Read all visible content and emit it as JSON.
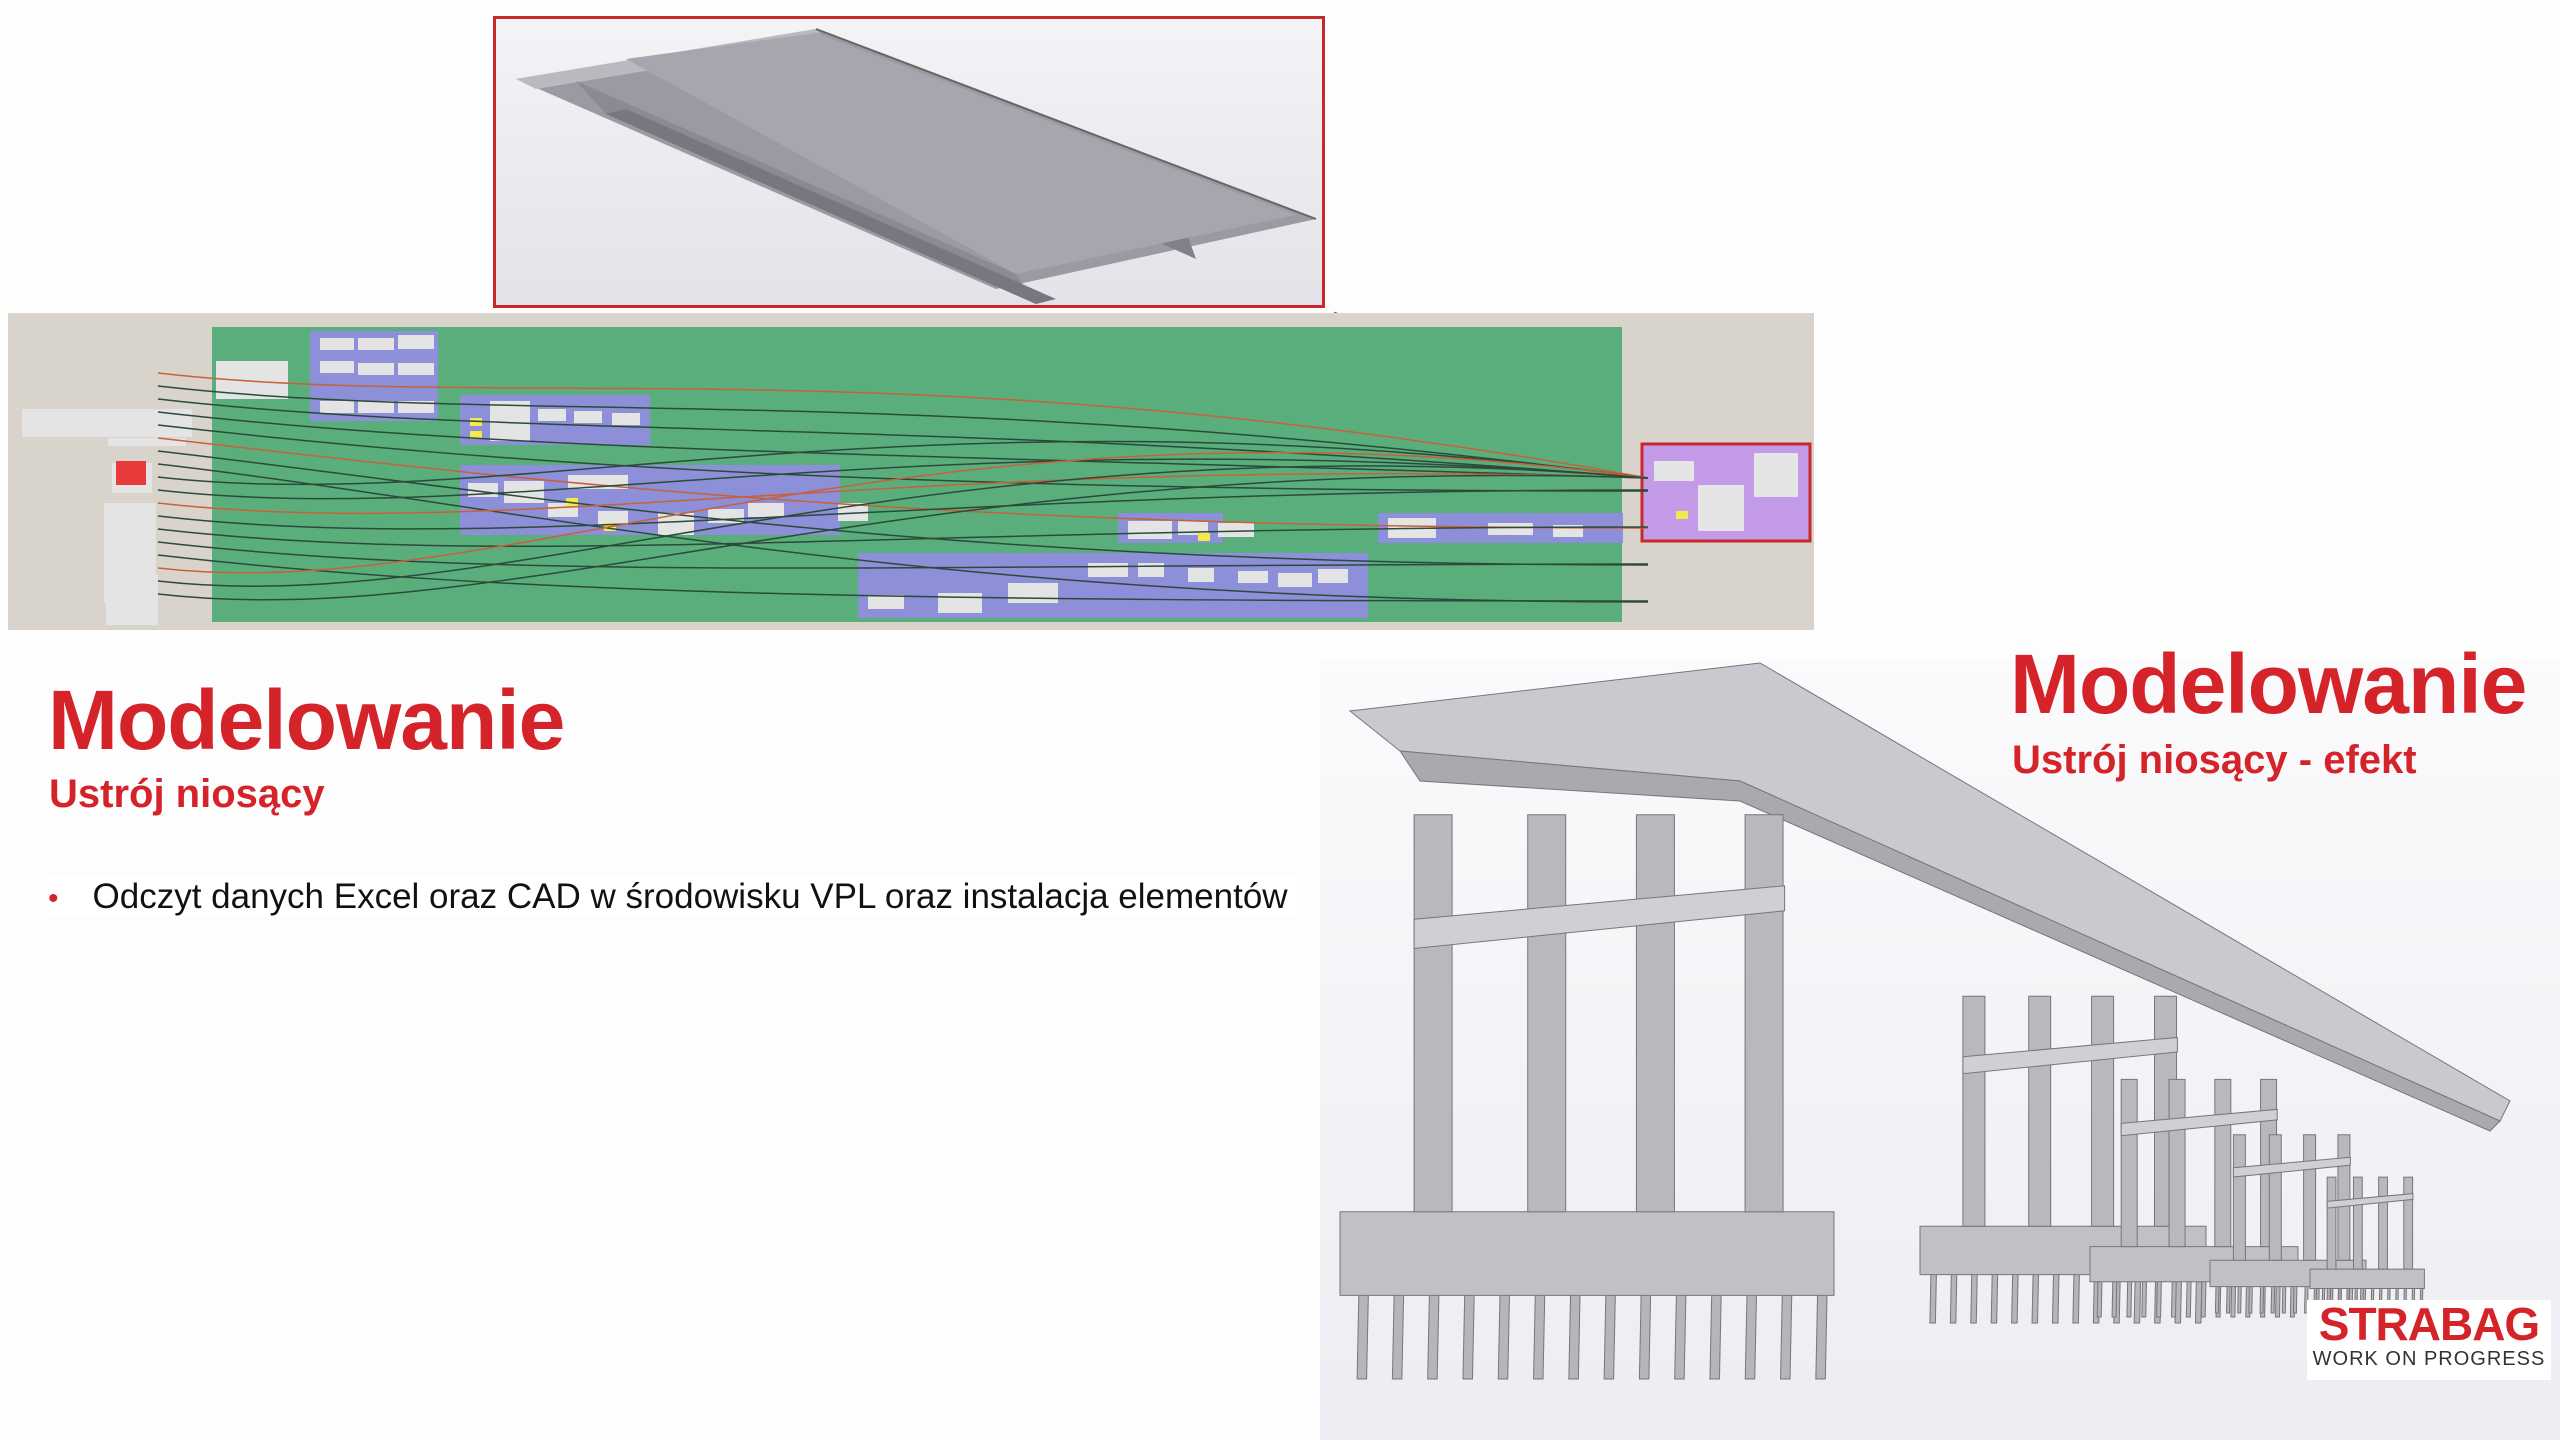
{
  "left": {
    "title": "Modelowanie",
    "subtitle": "Ustrój niosący",
    "bullets": [
      "Odczyt danych Excel oraz CAD w środowisku VPL oraz instalacja elementów"
    ]
  },
  "right": {
    "title": "Modelowanie",
    "subtitle": "Ustrój niosący - efekt"
  },
  "logo": {
    "brand": "STRABAG",
    "tagline": "WORK ON PROGRESS"
  },
  "colors": {
    "accent": "#d5232a",
    "canvas_group": "#5aae7c",
    "node_group": "#8d8fd8",
    "highlight_group": "#c39be8"
  }
}
